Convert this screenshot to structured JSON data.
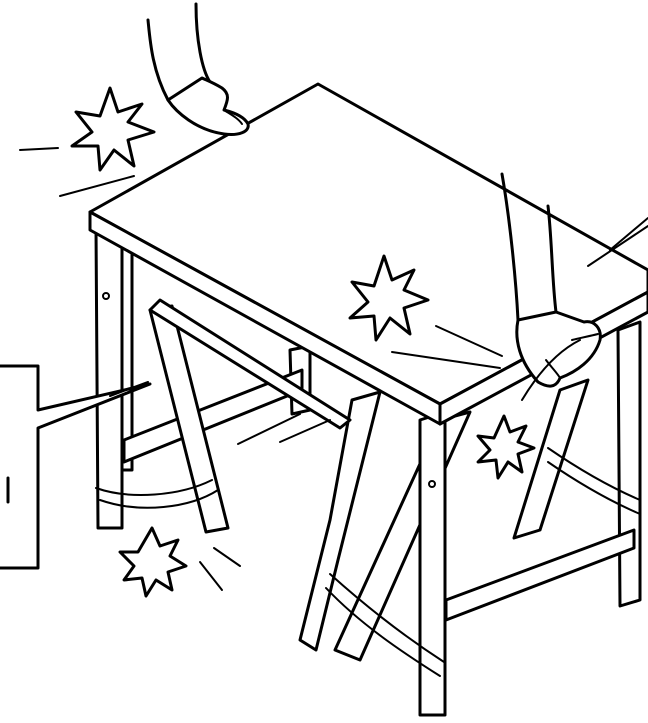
{
  "illustration": {
    "subject": "wobbly-table-warning",
    "colors": {
      "line": "#000000",
      "background": "#ffffff"
    },
    "icons": [
      "impact-burst-icon",
      "hand-icon",
      "callout-box",
      "motion-line",
      "table-icon"
    ]
  }
}
